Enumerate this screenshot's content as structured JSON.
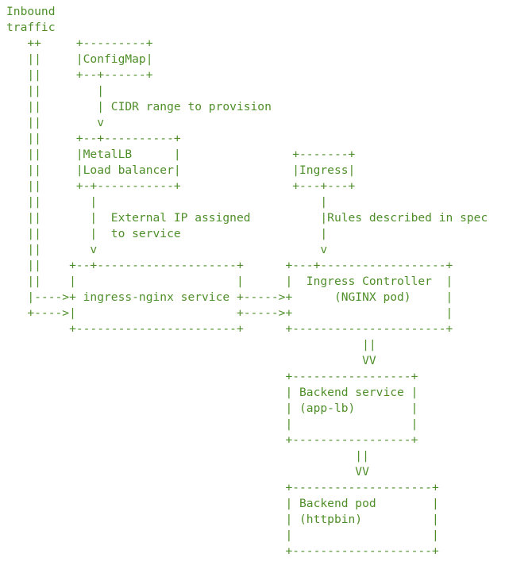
{
  "diagram": {
    "lines": [
      "Inbound",
      "traffic",
      "   ++     +---------+",
      "   ||     |ConfigMap|",
      "   ||     +--+------+",
      "   ||        |",
      "   ||        | CIDR range to provision",
      "   ||        v",
      "   ||     +--+----------+",
      "   ||     |MetalLB      |                +-------+",
      "   ||     |Load balancer|                |Ingress|",
      "   ||     +-+-----------+                +---+---+",
      "   ||       |                                |",
      "   ||       |  External IP assigned          |Rules described in spec",
      "   ||       |  to service                    |",
      "   ||       v                                v",
      "   ||    +--+--------------------+      +---+------------------+",
      "   ||    |                       |      |  Ingress Controller  |",
      "   |---->+ ingress-nginx service +----->+      (NGINX pod)     |",
      "   +---->|                       +----->+                      |",
      "         +-----------------------+      +----------------------+",
      "                                                   ||",
      "                                                   VV",
      "                                        +-----------------+",
      "                                        | Backend service |",
      "                                        | (app-lb)        |",
      "                                        |                 |",
      "                                        +-----------------+",
      "                                                  ||",
      "                                                  VV",
      "                                        +--------------------+",
      "                                        | Backend pod        |",
      "                                        | (httpbin)          |",
      "                                        |                    |",
      "                                        +--------------------+"
    ]
  }
}
